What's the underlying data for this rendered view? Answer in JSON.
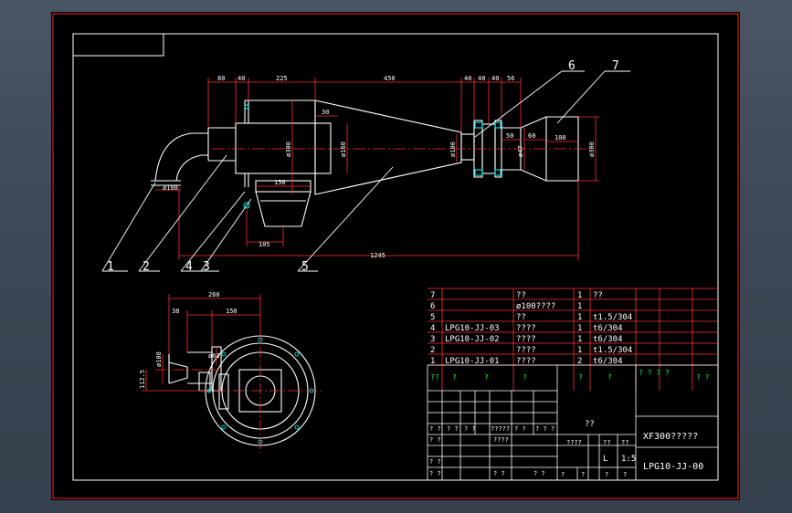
{
  "colors": {
    "bg": "#000000",
    "frame": "#ff2020",
    "outline": "#ffffff",
    "dim": "#ff3030",
    "center": "#ff3030",
    "hidden": "#00ffff",
    "table_red": "#ff3030",
    "table_green": "#00ff40",
    "text": "#ffffff",
    "leader": "#ffffff"
  },
  "dims_top": {
    "d80": "80",
    "d40a": "40",
    "d225": "225",
    "d450": "450",
    "d40b": "40",
    "d40c": "40",
    "d40d": "40",
    "d56": "56",
    "d30": "30",
    "d150": "150",
    "d105": "105",
    "d1245": "1245",
    "d50": "50",
    "d60": "60",
    "d100": "100"
  },
  "dia": {
    "d300a": "ø300",
    "d160": "ø160",
    "d100": "ø100",
    "d108": "ø108",
    "d47": "ø47",
    "d300b": "ø300"
  },
  "dims_side": {
    "d260": "260",
    "d38": "38",
    "d150": "150",
    "d1125": "112.5",
    "d108": "ø108",
    "d63": "ø63"
  },
  "callouts": [
    "1",
    "2",
    "4",
    "3",
    "5",
    "6",
    "7"
  ],
  "bom": [
    {
      "no": "7",
      "code": "",
      "name": "??",
      "qty": "1",
      "mat": "??"
    },
    {
      "no": "6",
      "code": "",
      "name": "ø100????",
      "qty": "1",
      "mat": ""
    },
    {
      "no": "5",
      "code": "",
      "name": "??",
      "qty": "1",
      "mat": "t1.5/304"
    },
    {
      "no": "4",
      "code": "LPG10-JJ-03",
      "name": "????",
      "qty": "1",
      "mat": "t6/304"
    },
    {
      "no": "3",
      "code": "LPG10-JJ-02",
      "name": "????",
      "qty": "1",
      "mat": "t6/304"
    },
    {
      "no": "2",
      "code": "",
      "name": "????",
      "qty": "1",
      "mat": "t1.5/304"
    },
    {
      "no": "1",
      "code": "LPG10-JJ-01",
      "name": "????",
      "qty": "2",
      "mat": "t6/304"
    }
  ],
  "bom_header": [
    "??",
    "?",
    "?",
    "?",
    "?",
    "?",
    "? ? ? ?",
    "? ?"
  ],
  "title_block": {
    "row_a": [
      "? ?",
      "? ?",
      "? ?",
      "?????",
      "? ?",
      "? ? ?"
    ],
    "row_b": [
      "? ?",
      "????"
    ],
    "row_c": [
      "? ?"
    ],
    "row_d": [
      "? ?",
      "? ?",
      "? ?"
    ],
    "center_label": "??",
    "stage": [
      "????",
      "??",
      "??"
    ],
    "scale": "1:5",
    "weight_mark": "L",
    "sheet_row": [
      "?",
      "?",
      "?",
      "?"
    ],
    "product": "XF300?????",
    "drawing_no": "LPG10-JJ-00"
  }
}
